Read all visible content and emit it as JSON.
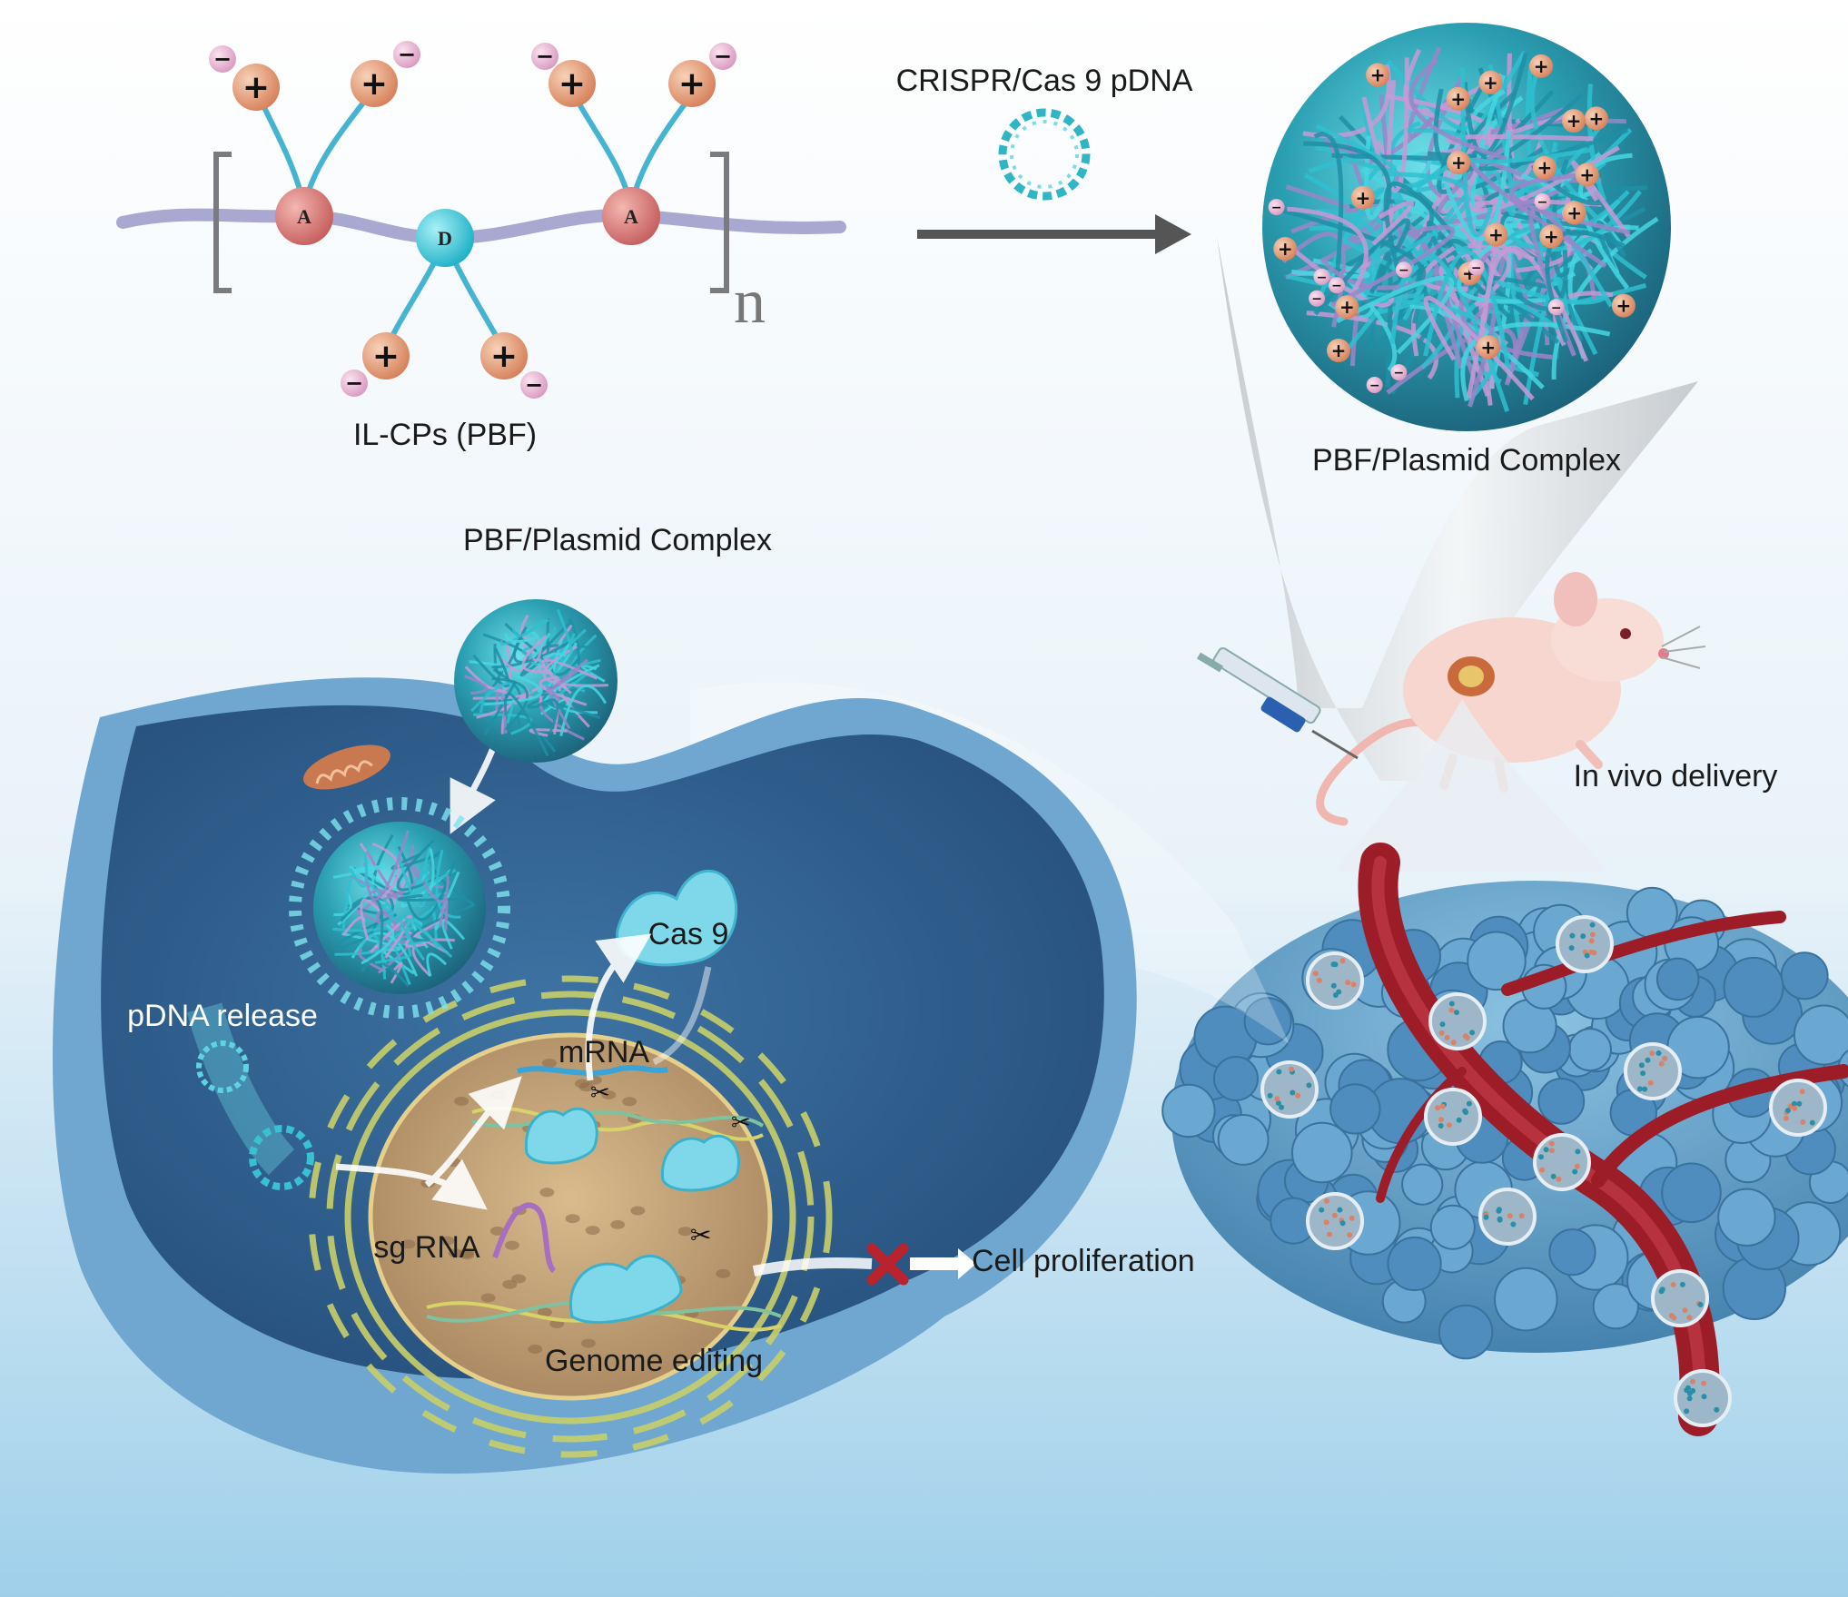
{
  "polymer": {
    "node_a": "A",
    "node_d": "D",
    "repeat_subscript": "n",
    "name": "IL-CPs (PBF)",
    "plus": "+",
    "minus": "−"
  },
  "top_arrow_label": "CRISPR/Cas 9 pDNA",
  "complex_label_top": "PBF/Plasmid Complex",
  "complex_label_cell": "PBF/Plasmid Complex",
  "in_vivo_label": "In vivo delivery",
  "cell": {
    "pdna_release": "pDNA release",
    "cas9": "Cas 9",
    "mrna": "mRNA",
    "sgrna": "sg RNA",
    "genome_editing": "Genome editing",
    "cell_proliferation": "Cell proliferation"
  },
  "colors": {
    "cell_blue": "#3f7fb0",
    "cytoplasm": "#2d5f8f",
    "nucleus": "#c9a77a",
    "charge_pos": "#e8a27a",
    "charge_neg": "#e8b8d0",
    "node_a": "#d87b7b",
    "node_d": "#3cc7d8",
    "vessel": "#a8202a",
    "tumor": "#5a9ac4",
    "complex_strands": "#2fb5c4"
  }
}
